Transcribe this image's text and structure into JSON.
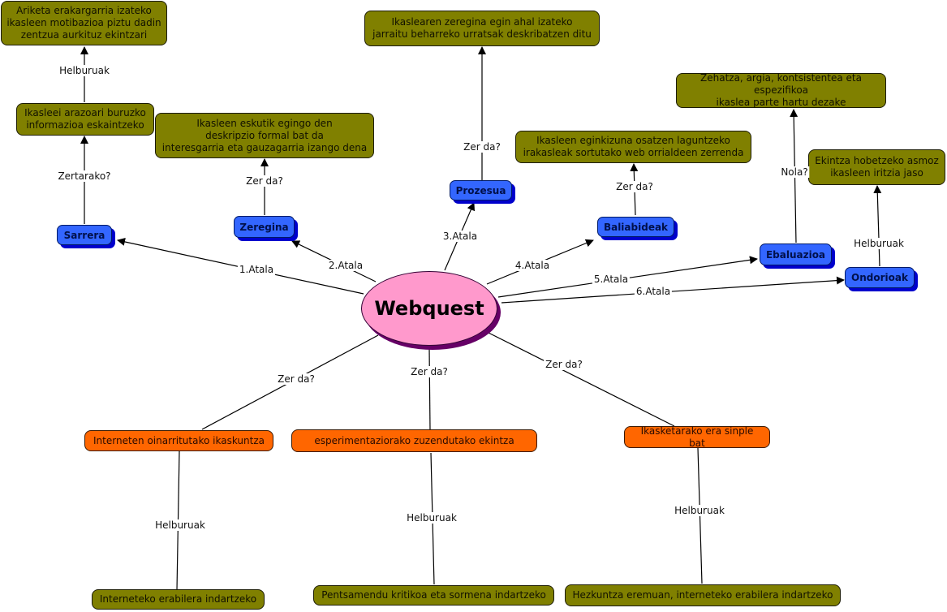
{
  "center": {
    "label": "Webquest"
  },
  "sections": [
    {
      "id": "sarrera",
      "label": "Sarrera",
      "link": "1.Atala"
    },
    {
      "id": "zeregina",
      "label": "Zeregina",
      "link": "2.Atala"
    },
    {
      "id": "prozesua",
      "label": "Prozesua",
      "link": "3.Atala"
    },
    {
      "id": "baliabideak",
      "label": "Baliabideak",
      "link": "4.Atala"
    },
    {
      "id": "ebaluazioa",
      "label": "Ebaluazioa",
      "link": "5.Atala"
    },
    {
      "id": "ondorioak",
      "label": "Ondorioak",
      "link": "6.Atala"
    }
  ],
  "details": {
    "sarrera_goal": "Ariketa erakargarria izateko\nikasleen motibazioa piztu dadin\nzentzua aurkituz ekintzari",
    "sarrera_info": "Ikasleei arazoari buruzko\ninformazioa eskaintzeko",
    "zeregina": "Ikasleen eskutik egingo den\ndeskripzio formal bat da\ninteresgarria eta gauzagarria izango dena",
    "prozesua": "Ikaslearen zeregina egin ahal izateko\njarraitu beharreko urratsak deskribatzen ditu",
    "baliabideak": "Ikasleen eginkizuna osatzen laguntzeko\nirakasleak sortutako web orrialdeen zerrenda",
    "ebaluazioa": "Zehatza, argia, kontsistentea eta espezifikoa\nikaslea parte hartu dezake",
    "ondorioak": "Ekintza hobetzeko asmoz\nikasleen iritzia jaso"
  },
  "link_labels": {
    "helburuak": "Helburuak",
    "zertarako": "Zertarako?",
    "zer_da": "Zer da?",
    "nola": "Nola?"
  },
  "definitions": [
    {
      "label": "Interneten oinarritutako ikaskuntza",
      "goal": "Interneteko erabilera indartzeko"
    },
    {
      "label": "esperimentaziorako zuzendutako ekintza",
      "goal": "Pentsamendu kritikoa eta sormena indartzeko"
    },
    {
      "label": "Ikasketarako era sinple bat",
      "goal": "Hezkuntza eremuan, interneteko erabilera indartzeko"
    }
  ],
  "colors": {
    "olive": "#808000",
    "orange": "#ff6600",
    "blue": "#3366ff",
    "blue_shadow": "#0000cc",
    "pink": "#ff99cc",
    "purple_shadow": "#660066"
  }
}
